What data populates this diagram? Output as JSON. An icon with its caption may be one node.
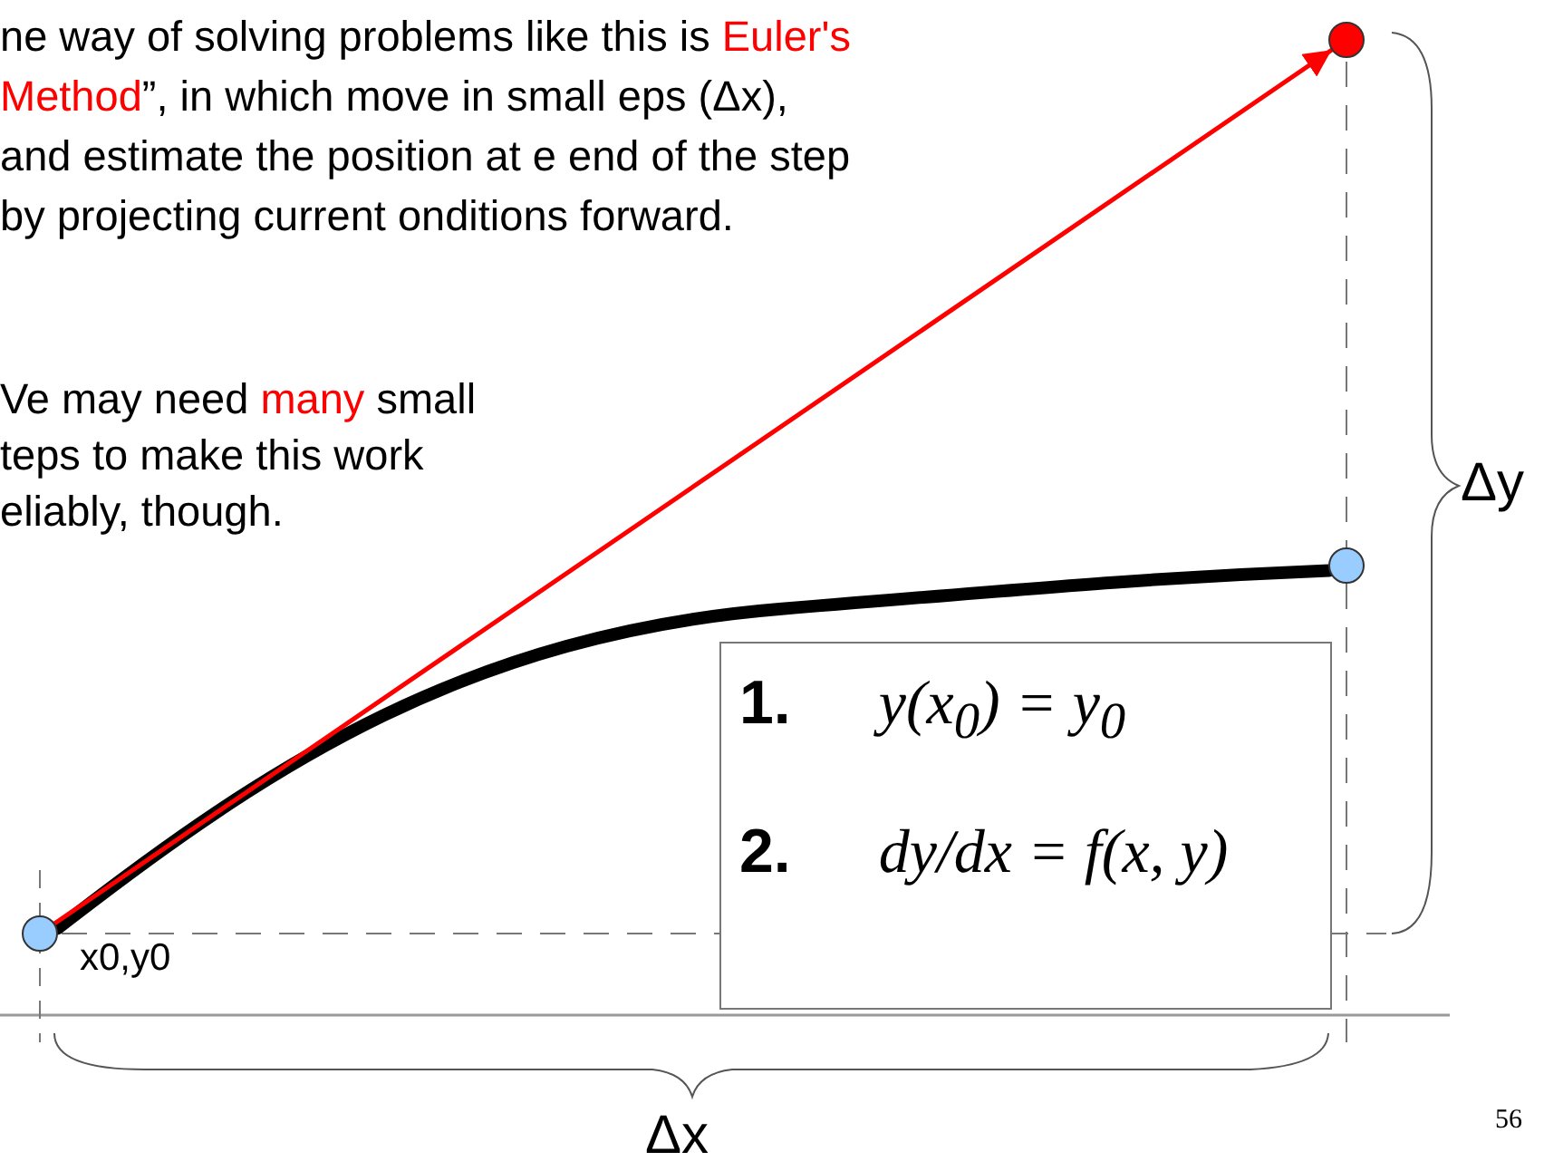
{
  "diagram": {
    "nodes": [
      {
        "text": [],
        "shape": "circle",
        "beside": [
          "x0,y0"
        ]
      },
      {
        "text": [],
        "shape": "circle"
      },
      {
        "text": [],
        "shape": "circle"
      },
      {
        "text": [
          "**1.** y(x$_{0}$) = y$_{0}$",
          "**2.** dy/dx = f(x, y)"
        ]
      }
    ],
    "edges": [
      {
        "from": 0,
        "to": 2,
        "arrow": "none",
        "style": "thick"
      },
      {
        "from": 0,
        "to": 1,
        "arrow": "to",
        "color": "#ff0000"
      }
    ],
    "labels": [
      "ne way of solving problems like this is *Euler's Method*”, in which move in small eps (Δx), and estimate the position at e end of the step by projecting current onditions forward.",
      "Ve may need *many* small teps to make this work eliably, though.",
      "Δy",
      "Δx",
      "56"
    ]
  }
}
